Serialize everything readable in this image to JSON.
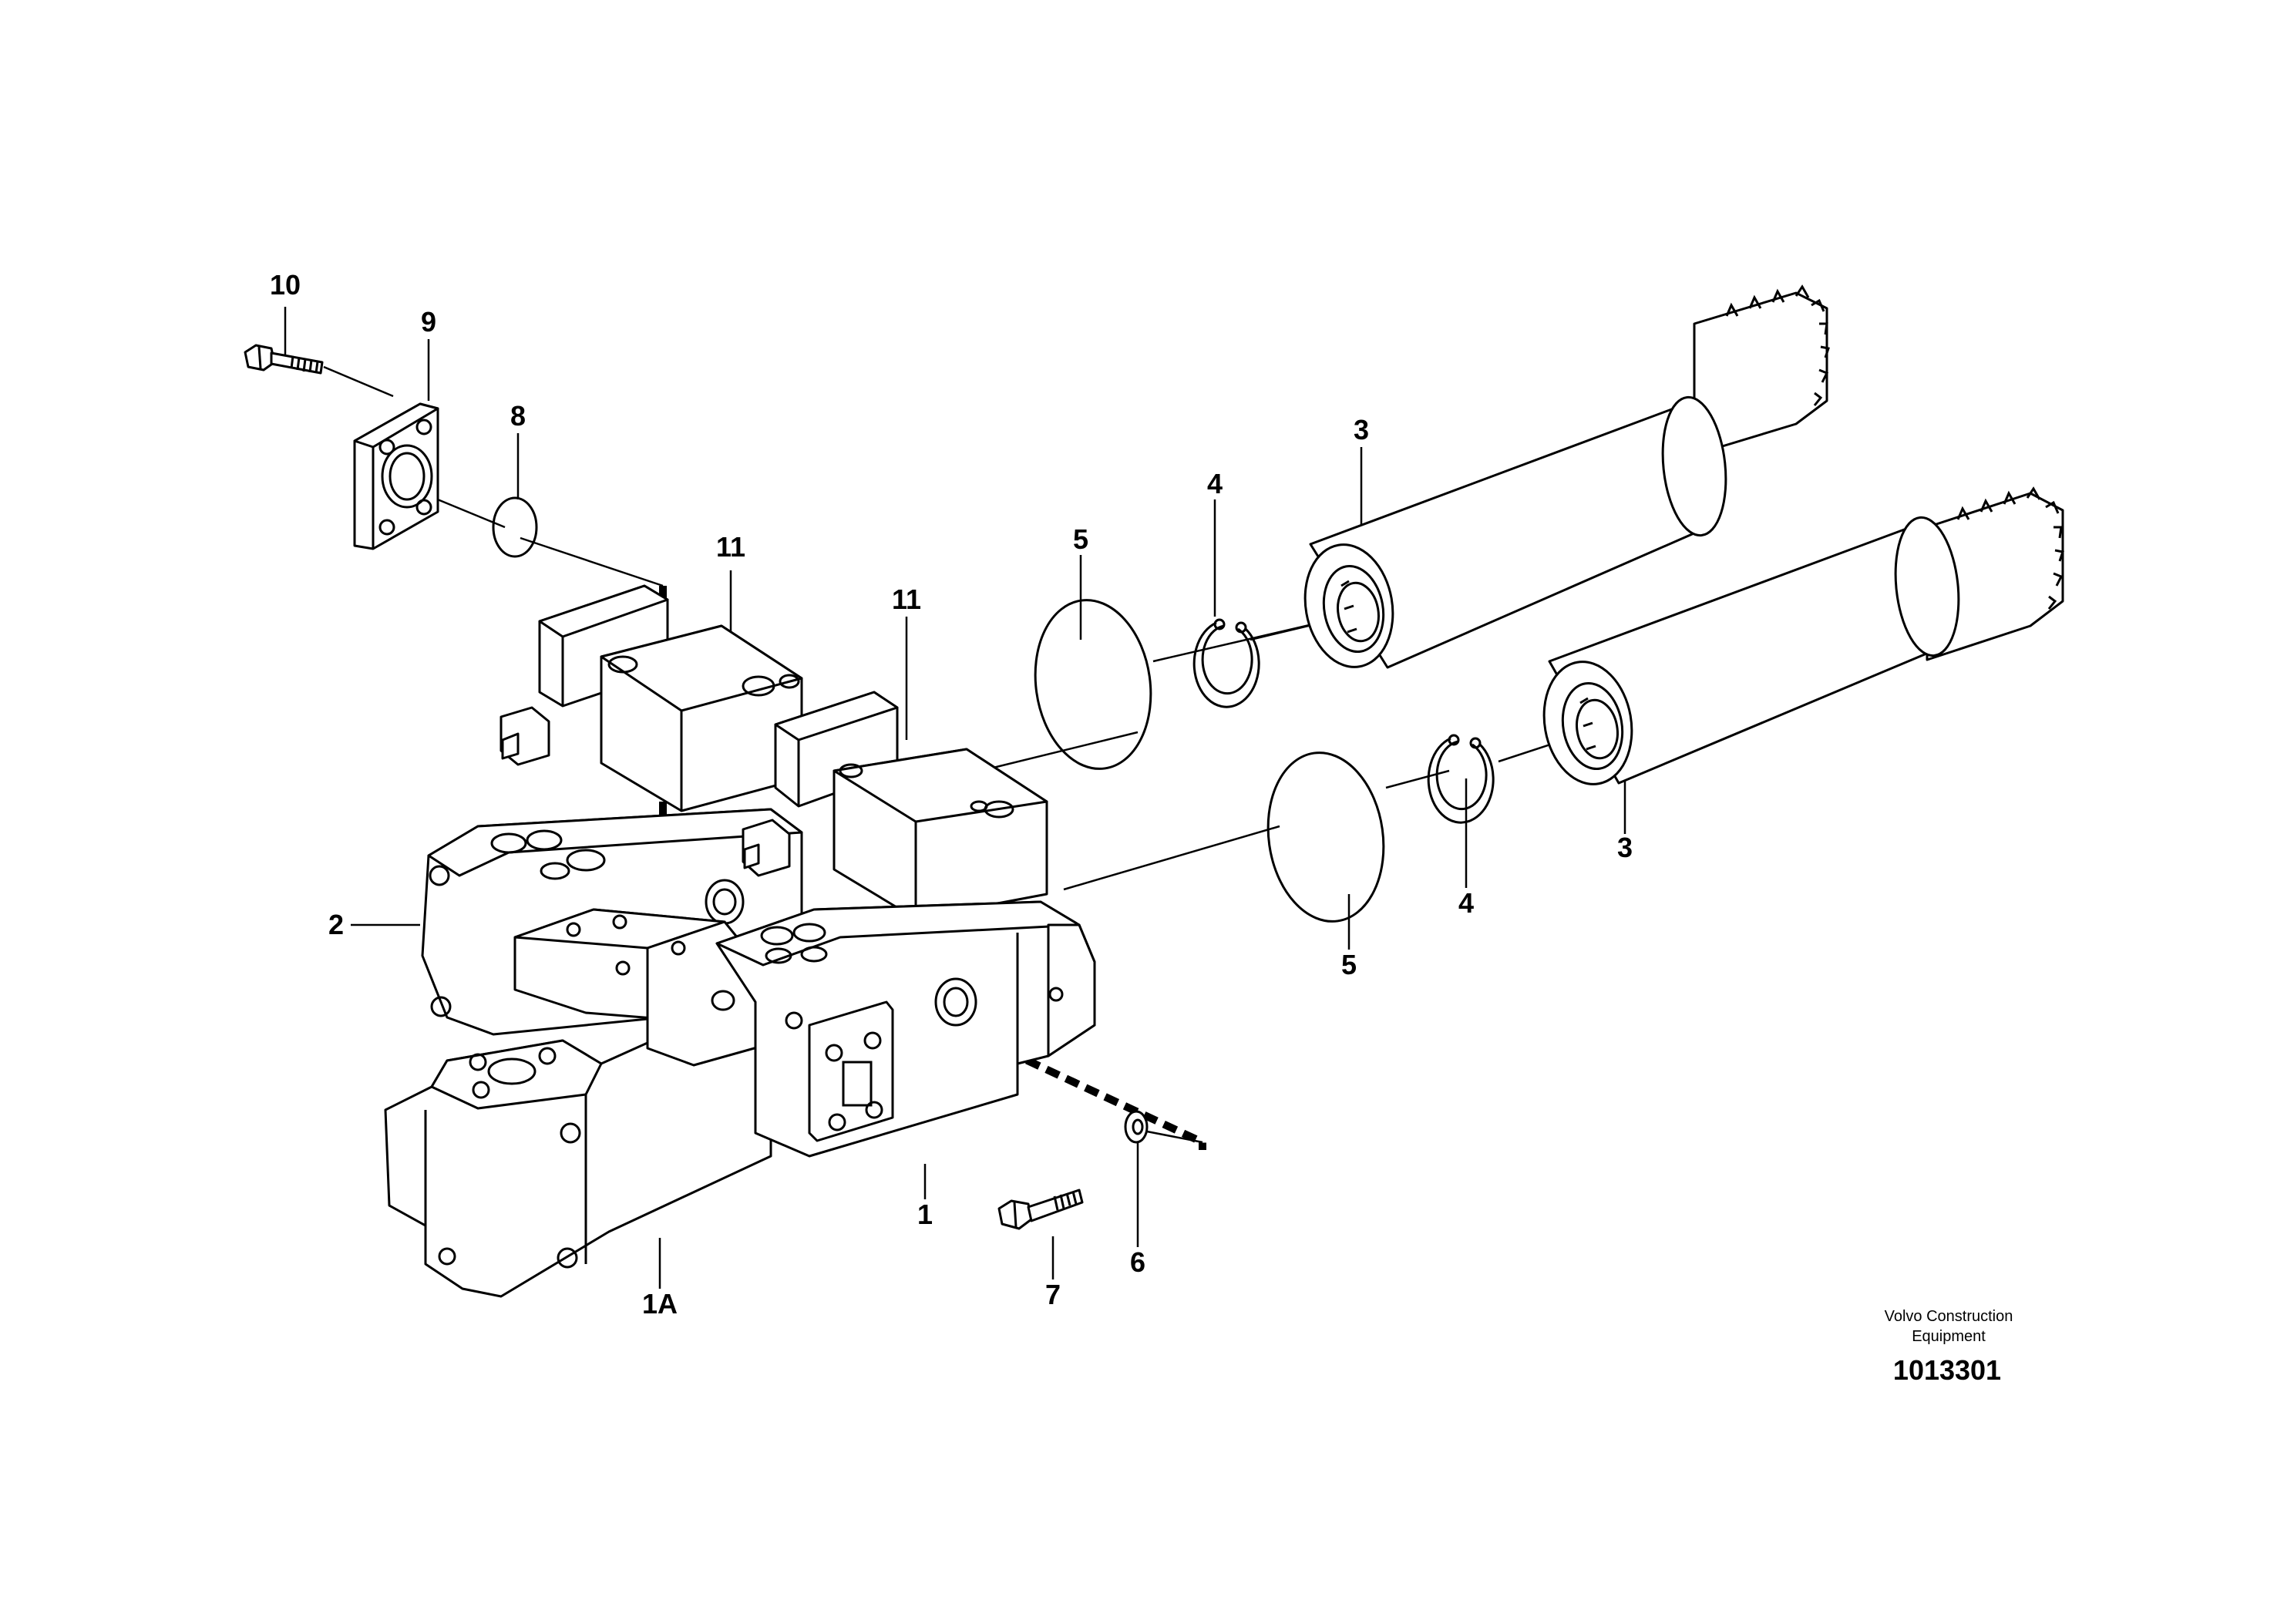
{
  "callouts": [
    {
      "id": "c10",
      "label": "10"
    },
    {
      "id": "c9",
      "label": "9"
    },
    {
      "id": "c8",
      "label": "8"
    },
    {
      "id": "c11a",
      "label": "11"
    },
    {
      "id": "c11b",
      "label": "11"
    },
    {
      "id": "c5a",
      "label": "5"
    },
    {
      "id": "c4a",
      "label": "4"
    },
    {
      "id": "c3a",
      "label": "3"
    },
    {
      "id": "c3b",
      "label": "3"
    },
    {
      "id": "c4b",
      "label": "4"
    },
    {
      "id": "c5b",
      "label": "5"
    },
    {
      "id": "c2",
      "label": "2"
    },
    {
      "id": "c1",
      "label": "1"
    },
    {
      "id": "c1A",
      "label": "1A"
    },
    {
      "id": "c7",
      "label": "7"
    },
    {
      "id": "c6",
      "label": "6"
    }
  ],
  "footer": {
    "brand_line1": "Volvo Construction",
    "brand_line2": "Equipment",
    "doc_number": "1013301"
  }
}
